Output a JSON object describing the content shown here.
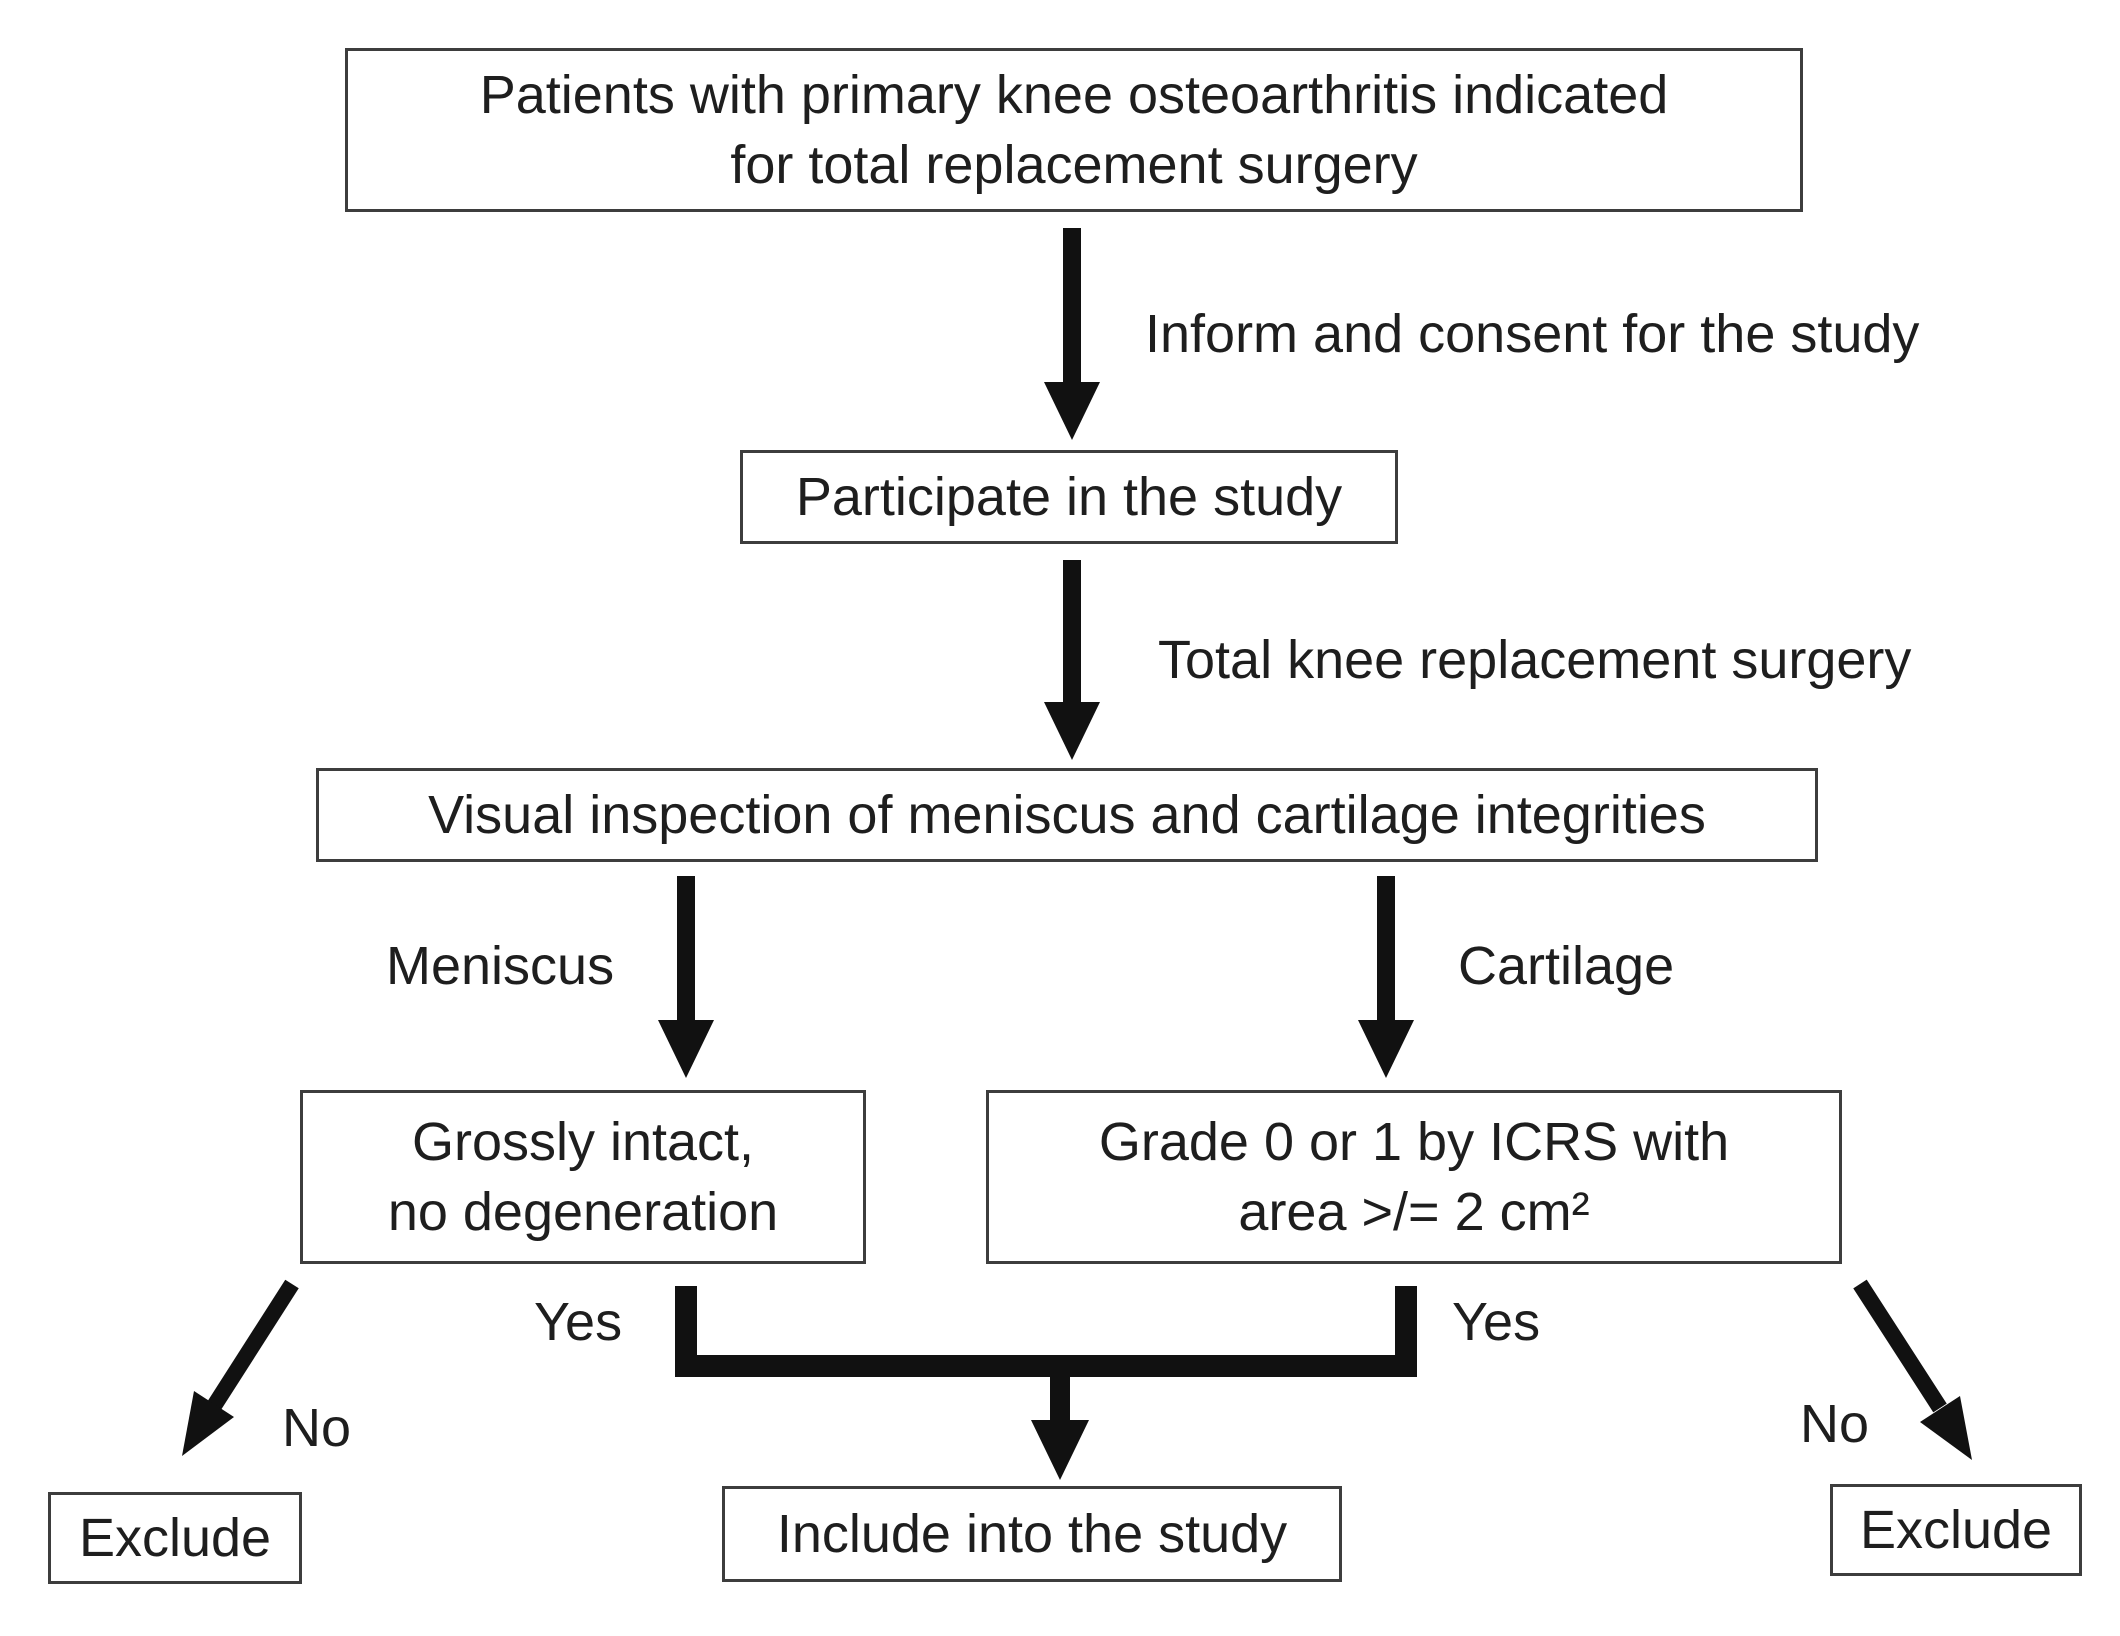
{
  "diagram": {
    "type": "flowchart",
    "colors": {
      "ink": "#1e1e1e",
      "box_border": "#3d3d3d",
      "background": "#ffffff"
    },
    "nodes": {
      "patients": {
        "label": "Patients with primary knee osteoarthritis indicated\nfor total replacement surgery"
      },
      "participate": {
        "label": "Participate in the study"
      },
      "inspection": {
        "label": "Visual inspection of meniscus and cartilage integrities"
      },
      "meniscus_check": {
        "label": "Grossly intact,\nno degeneration"
      },
      "cartilage_check": {
        "label": "Grade 0 or 1 by ICRS with\narea >/= 2 cm²"
      },
      "include": {
        "label": "Include into the study"
      },
      "exclude_left": {
        "label": "Exclude"
      },
      "exclude_right": {
        "label": "Exclude"
      }
    },
    "edge_labels": {
      "consent": "Inform and consent for the study",
      "surgery": "Total knee replacement surgery",
      "meniscus": "Meniscus",
      "cartilage": "Cartilage",
      "yes_left": "Yes",
      "yes_right": "Yes",
      "no_left": "No",
      "no_right": "No"
    }
  }
}
